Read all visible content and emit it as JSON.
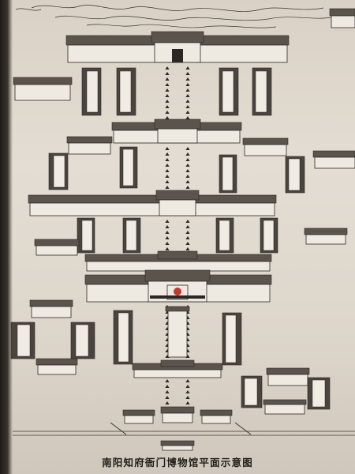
{
  "board": {
    "title": "南阳知府衙门博物馆平面示意图"
  },
  "plan": {
    "buildings": [
      {
        "kind": "hall",
        "label": ""
      },
      {
        "kind": "hall",
        "label": ""
      }
    ],
    "seal_color": "#c0392b",
    "ink_color": "#2b2723",
    "board_color": "#e3ddd3"
  }
}
